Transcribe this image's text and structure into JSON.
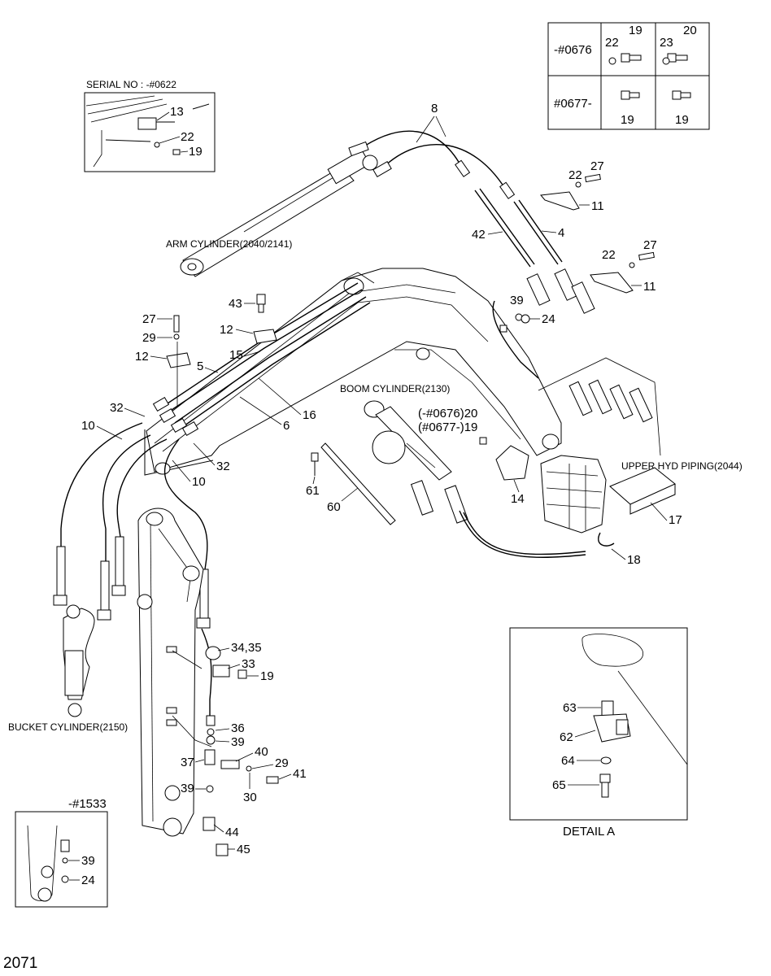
{
  "page_number": "2071",
  "table": {
    "row1_label": "-#0676",
    "row2_label": "#0677-",
    "r1c1_a": "22",
    "r1c1_b": "19",
    "r1c2_a": "23",
    "r1c2_b": "20",
    "r2c1": "19",
    "r2c2": "19"
  },
  "captions": {
    "serial_no": "SERIAL NO : -#0622",
    "arm_cylinder": "ARM CYLINDER(2040/2141)",
    "boom_cylinder": "BOOM CYLINDER(2130)",
    "upper_hyd_piping": "UPPER HYD PIPING(2044)",
    "bucket_cylinder": "BUCKET CYLINDER(2150)",
    "detail_a": "DETAIL A",
    "serial_1533": "-#1533",
    "var_0676": "(-#0676)20",
    "var_0677": "(#0677-)19"
  },
  "callouts": {
    "inset_13": "13",
    "inset_22": "22",
    "inset_19": "19",
    "c8": "8",
    "c22a": "22",
    "c27a": "27",
    "c11a": "11",
    "c42": "42",
    "c4": "4",
    "c22b": "22",
    "c27b": "27",
    "c11b": "11",
    "c43": "43",
    "c39a": "39",
    "c24a": "24",
    "c27c": "27",
    "c12a": "12",
    "c29a": "29",
    "c12b": "12",
    "c15": "15",
    "c5": "5",
    "c16": "16",
    "c6": "6",
    "c32a": "32",
    "c10a": "10",
    "c32b": "32",
    "c10b": "10",
    "c61": "61",
    "c60": "60",
    "c14": "14",
    "c17": "17",
    "c18": "18",
    "c3435": "34,35",
    "c33": "33",
    "c19": "19",
    "c36": "36",
    "c39b": "39",
    "c40": "40",
    "c37": "37",
    "c29b": "29",
    "c41": "41",
    "c39c": "39",
    "c30": "30",
    "c44": "44",
    "c45": "45",
    "c63": "63",
    "c62": "62",
    "c64": "64",
    "c65": "65",
    "c39d": "39",
    "c24b": "24"
  }
}
